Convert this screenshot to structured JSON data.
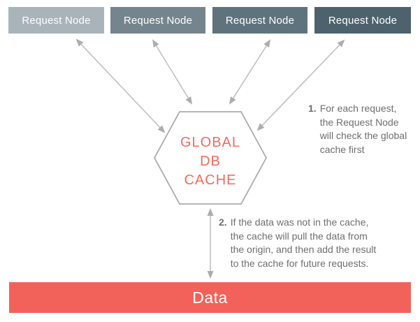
{
  "nodes": [
    {
      "label": "Request Node",
      "color": "#a9b4ba"
    },
    {
      "label": "Request Node",
      "color": "#75858d"
    },
    {
      "label": "Request Node",
      "color": "#5f737e"
    },
    {
      "label": "Request Node",
      "color": "#4d626d"
    }
  ],
  "hexagon": {
    "lines": {
      "0": "GLOBAL",
      "1": "DB",
      "2": "CACHE"
    },
    "text_color": "#f5695f",
    "outline_color": "#ababab"
  },
  "annotations": [
    {
      "number": "1.",
      "text": "For each request,\nthe Request Node\nwill check the global\ncache first"
    },
    {
      "number": "2.",
      "text": "If the data was not in the cache,\nthe cache will pull the data from\nthe origin, and then add the result\nto the cache for future requests."
    }
  ],
  "data_bar": {
    "label": "Data",
    "color": "#f2625a"
  },
  "colors": {
    "arrow_line": "#bdbdbd",
    "arrowhead": "#adadad",
    "annotation_text": "#6d6e71",
    "node_text": "#ffffff"
  }
}
